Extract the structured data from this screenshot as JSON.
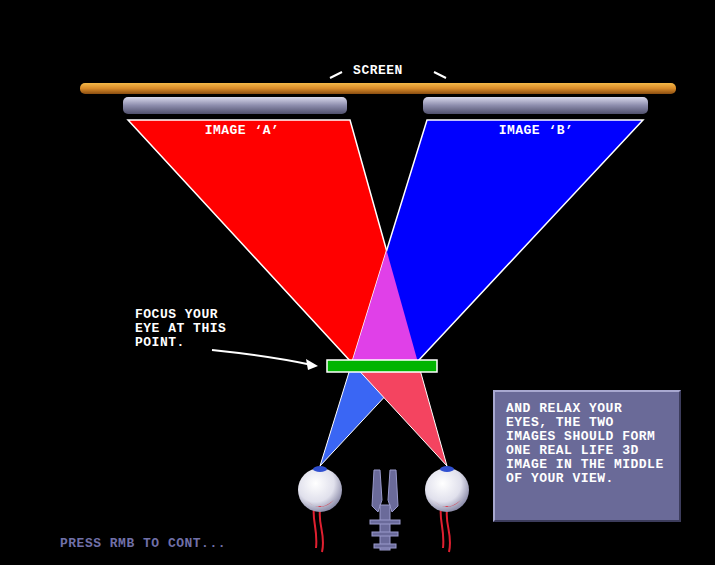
{
  "diagram": {
    "nodes": [
      {
        "text": [
          "SCREEN"
        ]
      },
      {
        "text": [
          "IMAGE ‘A’"
        ]
      },
      {
        "text": [
          "IMAGE ‘B’"
        ]
      },
      {
        "text": [
          "AND RELAX YOUR EYES, THE TWO IMAGES SHOULD FORM ONE REAL LIFE 3D IMAGE IN THE MIDDLE OF YOUR VIEW."
        ]
      }
    ],
    "labels": [
      "FOCUS YOUR EYE AT THIS POINT.",
      "PRESS RMB TO CONT..."
    ]
  }
}
